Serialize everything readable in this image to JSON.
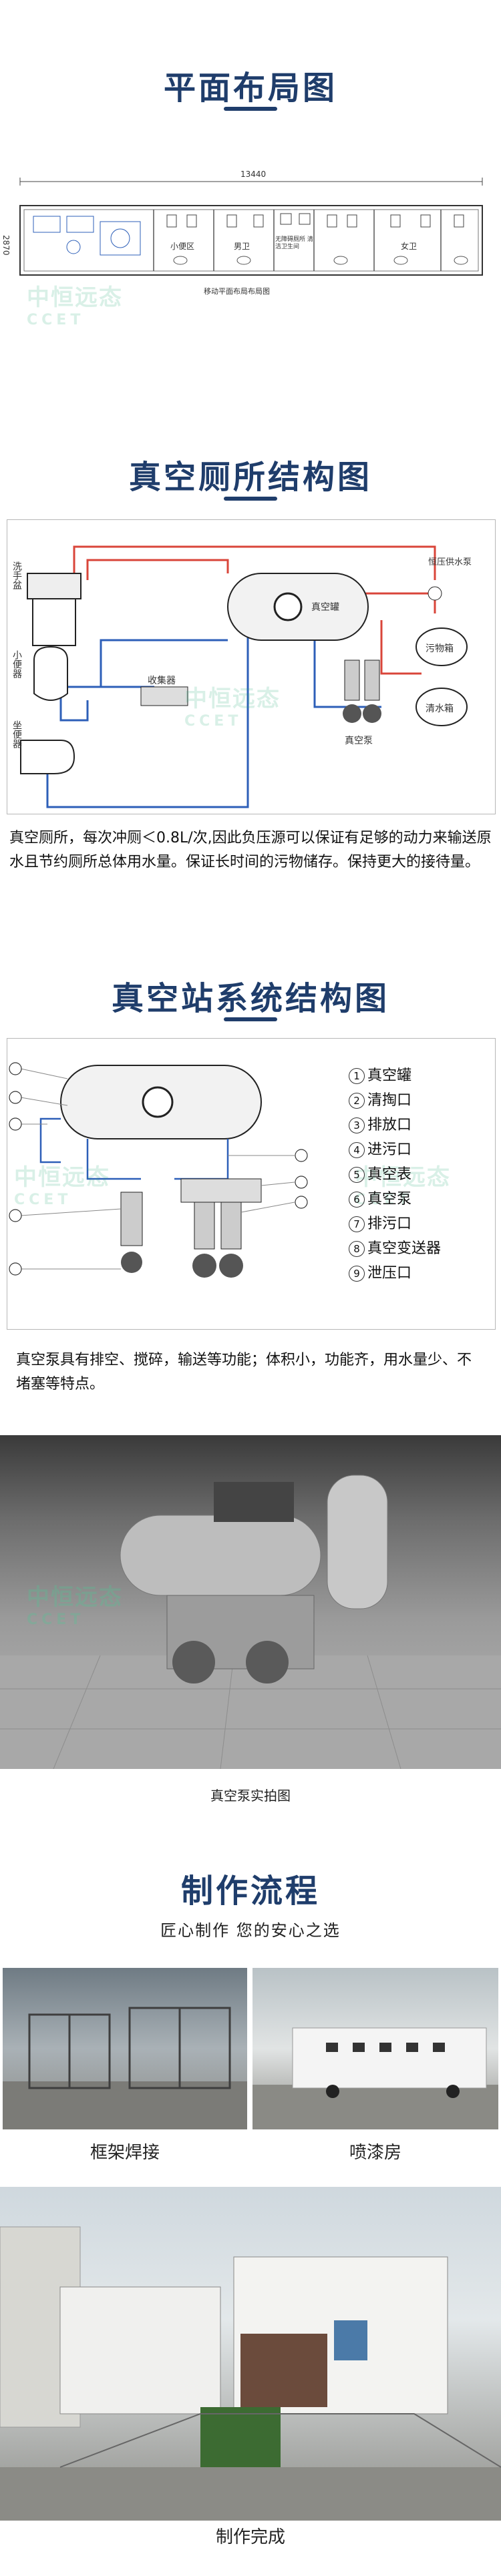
{
  "section1": {
    "title": "平面布局图",
    "floor_plan": {
      "dimension_width": "13440",
      "dimension_height": "2870",
      "rooms": [
        "小便区",
        "男卫",
        "无障碍厕所 清洁卫生间",
        "女卫"
      ],
      "caption": "移动平面布局布局图"
    }
  },
  "section2": {
    "title": "真空厕所结构图",
    "labels": {
      "hand_basin": "洗手盆",
      "urinal": "小便器",
      "toilet": "坐便器",
      "collector": "收集器",
      "vacuum_tank": "真空罐",
      "pump": "恒压供水泵",
      "sewage": "污物箱",
      "clean_water": "清水箱",
      "vacuum_pump": "真空泵"
    },
    "description": "真空厕所，每次冲厕＜0.8L/次,因此负压源可以保证有足够的动力来输送原水且节约厕所总体用水量。保证长时间的污物储存。保持更大的接待量。"
  },
  "section3": {
    "title": "真空站系统结构图",
    "legend": [
      "真空罐",
      "清掏口",
      "排放口",
      "进污口",
      "真空表",
      "真空泵",
      "排污口",
      "真空变送器",
      "泄压口"
    ],
    "legend_nums": [
      "1",
      "2",
      "3",
      "4",
      "5",
      "6",
      "7",
      "8",
      "9"
    ],
    "description": "真空泵具有排空、搅碎，输送等功能；体积小，功能齐，用水量少、不堵塞等特点。",
    "photo_caption": "真空泵实拍图"
  },
  "section4": {
    "title": "制作流程",
    "subtitle": "匠心制作 您的安心之选",
    "step1": "框架焊接",
    "step2": "喷漆房",
    "step3": "制作完成"
  },
  "watermark": {
    "cn": "中恒远态",
    "en": "CCET"
  },
  "colors": {
    "title": "#1f3d6b",
    "pipe_red": "#d9453a",
    "pipe_blue": "#2d5fb8",
    "watermark": "#2caa78"
  }
}
